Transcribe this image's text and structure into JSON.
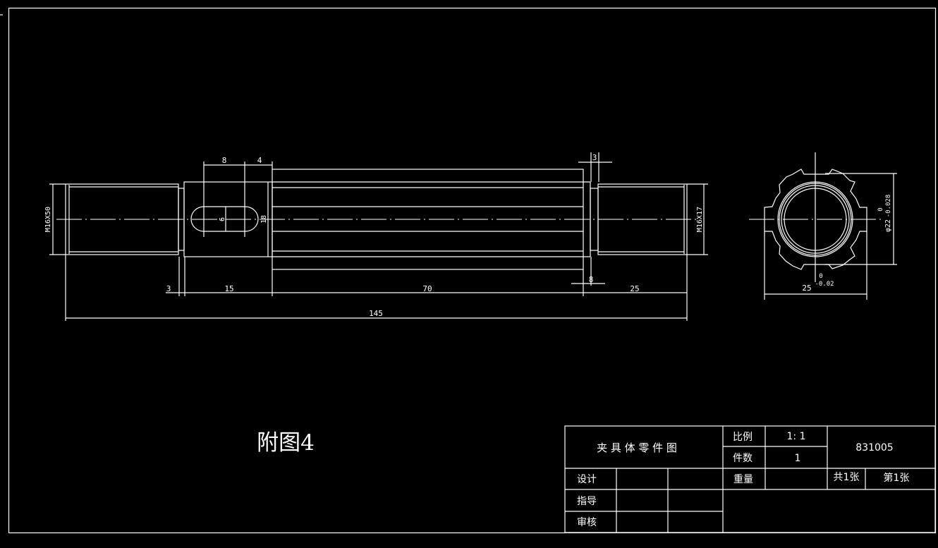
{
  "drawing": {
    "caption": "附图4",
    "colors": {
      "background": "#000000",
      "lines": "#ffffff"
    },
    "shaft": {
      "left_thread_label": "M16X50",
      "right_thread_label": "M16X17",
      "dims": {
        "slot_offset": "8",
        "slot_width_top": "4",
        "slot_height": "6",
        "block_height": "18",
        "shoulder_width_right": "3",
        "groove_left": "3",
        "block_length": "15",
        "body_length": "70",
        "groove_right": "8",
        "right_thread_length": "25",
        "total_length": "145"
      }
    },
    "end_view": {
      "diameter_label": "φ22",
      "diameter_tol_upper": "0",
      "diameter_tol_lower": "-0.028",
      "width_label": "25",
      "width_tol_upper": "0",
      "width_tol_lower": "-0.02"
    }
  },
  "title_block": {
    "title": "夹 具 体 零 件 图",
    "scale_label": "比例",
    "scale_value": "1: 1",
    "qty_label": "件数",
    "qty_value": "1",
    "drawing_no": "831005",
    "design_label": "设计",
    "weight_label": "重量",
    "total_sheets": "共1张",
    "sheet_no": "第1张",
    "guide_label": "指导",
    "review_label": "审核"
  }
}
